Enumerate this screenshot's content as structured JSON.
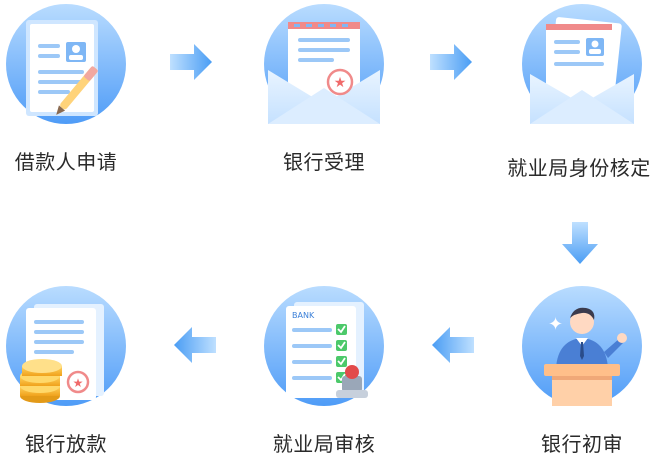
{
  "steps": [
    {
      "label": "借款人申请",
      "icon": "application-form-icon"
    },
    {
      "label": "银行受理",
      "icon": "envelope-stamp-icon"
    },
    {
      "label": "就业局身份核定",
      "icon": "envelope-id-card-icon"
    },
    {
      "label": "银行初审",
      "icon": "banker-podium-icon"
    },
    {
      "label": "就业局审核",
      "icon": "bank-checklist-stamp-icon"
    },
    {
      "label": "银行放款",
      "icon": "coins-document-icon"
    }
  ],
  "doc_text": {
    "bank": "BANK"
  },
  "colors": {
    "circle_light": "#9dd0ff",
    "circle_dark": "#3a8ef5",
    "arrow": "#5aa8f5",
    "accent_red": "#f06a6a",
    "check_green": "#4cc96a",
    "coin_gold": "#f5b22a"
  }
}
